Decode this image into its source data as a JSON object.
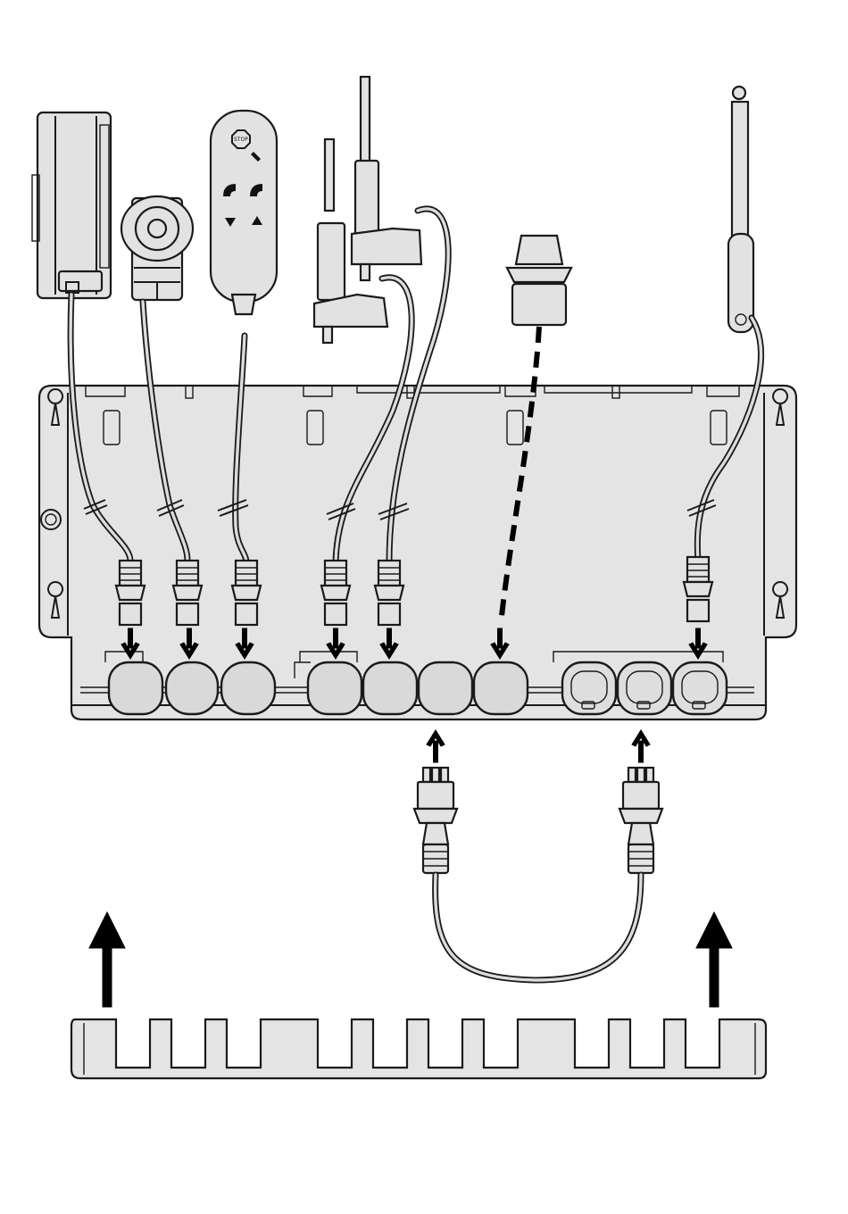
{
  "figure": {
    "handset_stop_label": "STOP",
    "devices": [
      {
        "name": "power-supply-icon"
      },
      {
        "name": "motor-icon"
      },
      {
        "name": "handset-icon"
      },
      {
        "name": "actuator-icon"
      },
      {
        "name": "actuator-icon"
      },
      {
        "name": "blanking-plug-icon"
      },
      {
        "name": "actuator-icon"
      }
    ],
    "ports_main_count": 7,
    "ports_aux_count": 3,
    "colors": {
      "housing": "#e4e4e4",
      "outline": "#1a1a1a",
      "arrow": "#000000"
    }
  }
}
